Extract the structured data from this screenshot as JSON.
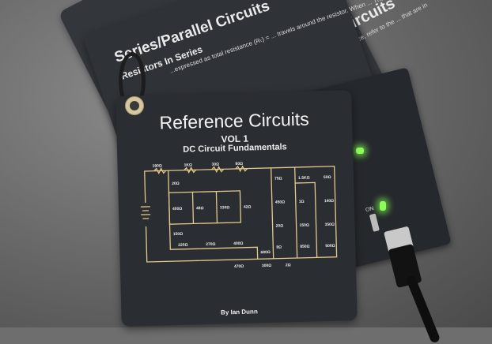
{
  "scene": {
    "description": "Photo of a ring-bound deck of electronics reference cards with an attached PCB demo board and USB-C cable",
    "background_color": "#6e6e6e",
    "card_color": "#2a2d32",
    "trace_color": "#e3c98a",
    "led_color": "#8cff5a"
  },
  "front_card": {
    "title": "Reference Circuits",
    "volume": "VOL 1",
    "subtitle": "DC Circuit Fundamentals",
    "author": "By Ian Dunn",
    "resistor_labels": {
      "top_row": [
        "190Ω",
        "1KΩ",
        "30Ω",
        "80Ω"
      ],
      "left_column": [
        "20Ω",
        "400Ω",
        "150Ω"
      ],
      "parallel_bank": [
        "48Ω",
        "330Ω",
        "42Ω"
      ],
      "lower_row": [
        "220Ω",
        "270Ω",
        "400Ω"
      ],
      "bottom": [
        "680Ω",
        "470Ω",
        "300Ω",
        "2Ω"
      ],
      "column_a": [
        "75Ω",
        "450Ω",
        "20Ω",
        "8Ω"
      ],
      "column_b": [
        "1.5KΩ",
        "1Ω",
        "150Ω",
        "850Ω"
      ],
      "column_c": [
        "50Ω",
        "140Ω",
        "350Ω",
        "500Ω"
      ]
    }
  },
  "back_cards": [
    {
      "title": "Series/Parallel Combination Circuits",
      "text": "...and parallel, the total resistance (Rₜ)... resistance, refer to the ... that are in"
    },
    {
      "title": "Series/Parallel Circuits",
      "heading": "Resistors In Series",
      "text": "...expressed as total resistance (Rₜ) = ... travels around the resistor. When ... The LED becomes brighter ... through the LED."
    }
  ],
  "pcb": {
    "switch_label": "ON",
    "formula_glyph": "Rₜ"
  }
}
